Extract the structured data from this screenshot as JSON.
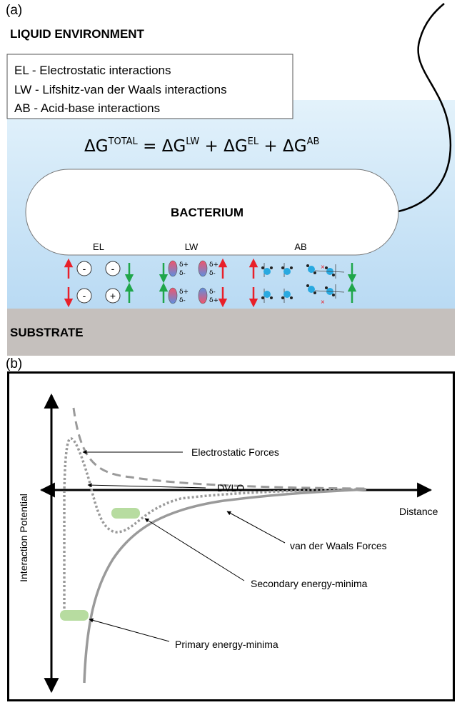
{
  "panel_a": {
    "label": "(a)",
    "environment": "LIQUID ENVIRONMENT",
    "legend": [
      "EL - Electrostatic interactions",
      "LW - Lifshitz-van der Waals interactions",
      "AB - Acid-base interactions"
    ],
    "equation": {
      "dg": "ΔG",
      "total_sup": "TOTAL",
      "eq": " = ",
      "lw_sup": "LW",
      "el_sup": "EL",
      "ab_sup": "AB",
      "plus": " + "
    },
    "bacterium": "BACTERIUM",
    "interaction_labels": {
      "el": "EL",
      "lw": "LW",
      "ab": "AB"
    },
    "charges": {
      "minus": "-",
      "plus": "+"
    },
    "dipole_labels": {
      "pos": "δ+",
      "neg": "δ-"
    },
    "substrate": "SUBSTRATE",
    "colors": {
      "liquid_top": "#d7ecf8",
      "liquid_bottom": "#bcdcf4",
      "substrate": "#c5c0bd",
      "repulsion": "#e8202a",
      "attraction": "#1fa64a",
      "water": "#29a9e0"
    }
  },
  "panel_b": {
    "label": "(b)",
    "y_axis_label": "Interaction Potential",
    "x_axis_label": "Distance",
    "callouts": {
      "electrostatic": "Electrostatic Forces",
      "dvlo": "DVLO",
      "vdw": "van der Waals Forces",
      "secondary": "Secondary energy-minima",
      "primary": "Primary energy-minima"
    },
    "colors": {
      "curves": "#9a9a9a",
      "minima": "#b7dca0"
    }
  }
}
